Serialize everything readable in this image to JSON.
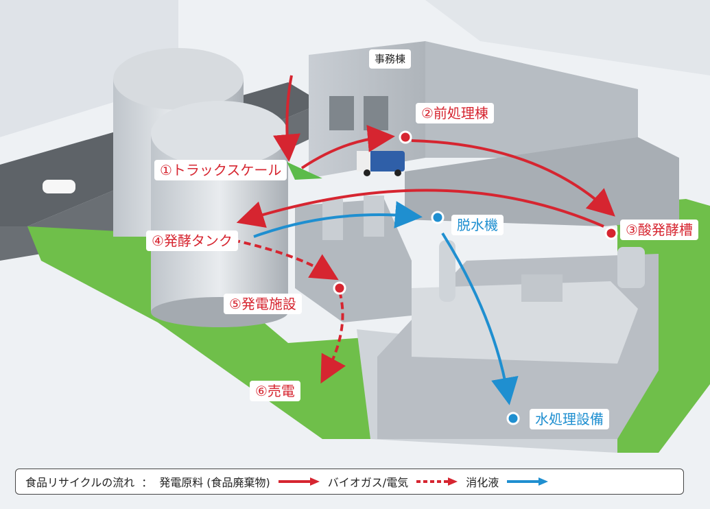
{
  "labels": {
    "office": "事務棟",
    "pretreatment": "②前処理棟",
    "truck_scale": "①トラックスケール",
    "acid_tank": "③酸発酵槽",
    "fermentation_tank": "④発酵タンク",
    "dehydrator": "脱水機",
    "power_plant": "⑤発電施設",
    "electricity_sale": "⑥売電",
    "water_treatment": "水処理設備"
  },
  "legend": {
    "title": "食品リサイクルの流れ",
    "separator": "：",
    "raw_material": "発電原料 (食品廃棄物)",
    "biogas": "バイオガス/電気",
    "digestate": "消化液"
  },
  "colors": {
    "red": "#d62530",
    "blue": "#1f8fd0",
    "green": "#6fbf4a"
  }
}
